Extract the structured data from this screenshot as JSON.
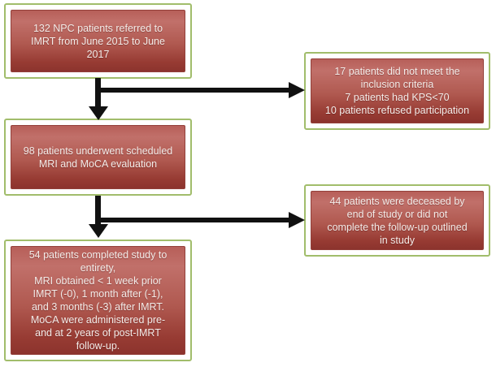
{
  "flowchart": {
    "boxes": [
      {
        "name": "referred",
        "text": "132 NPC patients referred to\nIMRT from June 2015 to June\n2017"
      },
      {
        "name": "excluded",
        "text": "17 patients did not meet the\ninclusion criteria\n7 patients had KPS<70\n10 patients refused participation"
      },
      {
        "name": "evaluated",
        "text": "98 patients underwent scheduled\nMRI and MoCA evaluation"
      },
      {
        "name": "dropped",
        "text": "44 patients were deceased by\nend of study or did not\ncomplete the follow-up outlined\nin study"
      },
      {
        "name": "completed",
        "text": "54 patients completed study to\nentirety,\nMRI obtained < 1 week prior\nIMRT (-0), 1 month after (-1),\nand 3 months (-3) after IMRT.\nMoCA were administered pre-\nand at 2 years of post-IMRT\nfollow-up."
      }
    ],
    "colors": {
      "frame_border": "#a1bd6b",
      "box_fill_top": "#c1706a",
      "box_fill_mid": "#b05950",
      "box_fill_bottom": "#8c332d",
      "text": "#f3ece9",
      "arrow": "#111111",
      "background": "#ffffff"
    }
  }
}
